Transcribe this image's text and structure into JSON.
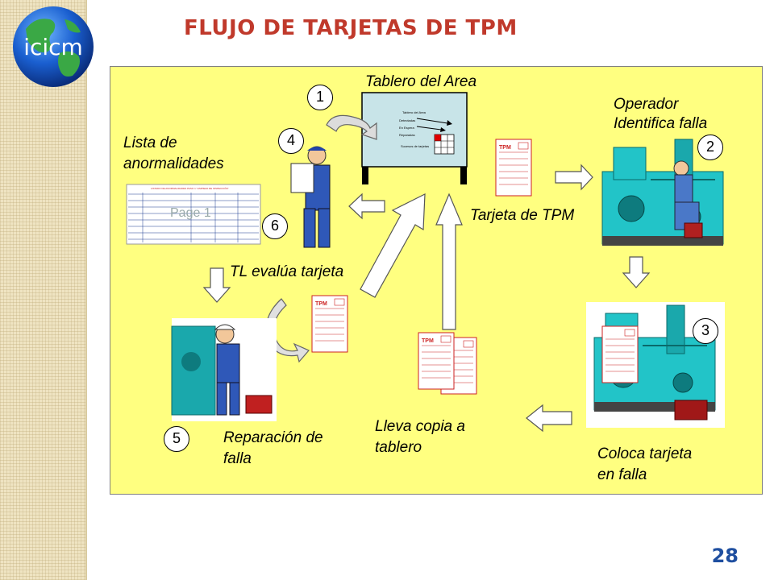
{
  "logo": {
    "text": "icicm"
  },
  "title": "FLUJO DE TARJETAS DE TPM",
  "page_number": "28",
  "diagram": {
    "labels": {
      "board": "Tablero del Area",
      "operator_1": "Operador",
      "operator_2": "Identifica falla",
      "list_1": "Lista de",
      "list_2": "anormalidades",
      "card": "Tarjeta de TPM",
      "tl": "TL evalúa tarjeta",
      "place_1": "Coloca tarjeta",
      "place_2": "en falla",
      "copy_1": "Lleva copia a",
      "copy_2": "tablero",
      "repair_1": "Reparación de",
      "repair_2": "falla"
    },
    "steps": [
      "1",
      "2",
      "3",
      "4",
      "5",
      "6"
    ],
    "board_rows": [
      "Tablero del Area",
      "Detectadas",
      "En Espera",
      "Reparadas",
      "Sucesos de tarjetas"
    ],
    "card_header": "TPM",
    "list_header": "LISTADO DE ANORMALIDADES PASO 1 \"LIMPIEZA DE INSPECCIÓN\"",
    "list_watermark": "Page 1"
  },
  "colors": {
    "title": "#c0392b",
    "page_number": "#1f4fa0",
    "diagram_bg": "#ffff80",
    "card_red": "#cc2222",
    "machine": "#22c4c8"
  }
}
